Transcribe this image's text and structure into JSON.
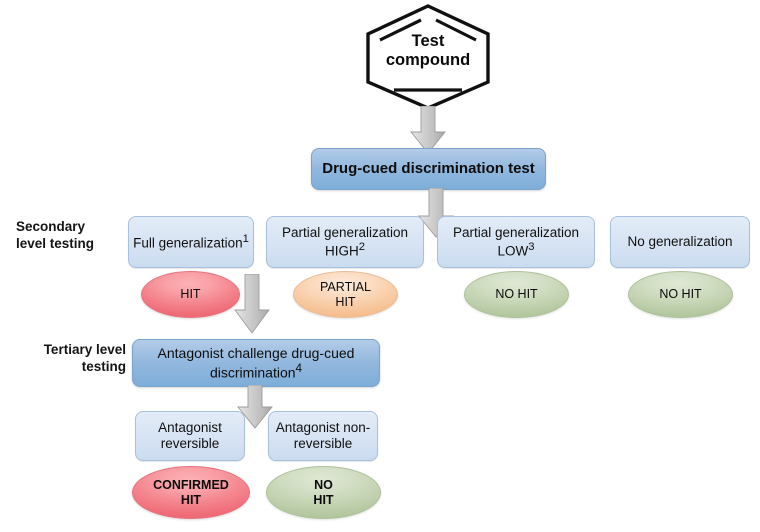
{
  "diagram": {
    "title": "Drug-cued discrimination testing decision flowchart",
    "colors": {
      "box_light": "#dce6f3",
      "box_dark": "#93b8de",
      "ellipse_hit": "#f4868f",
      "ellipse_partial": "#f8cba4",
      "ellipse_nohit": "#c2d2b0",
      "arrow_gray": "#bdbdbd",
      "outline_black": "#101010"
    },
    "stage_labels": [
      {
        "id": "secondary",
        "text": "Secondary\nlevel testing",
        "align": "left"
      },
      {
        "id": "tertiary",
        "text": "Tertiary level\ntesting",
        "align": "right"
      }
    ],
    "start": {
      "shape": "hexagon-benzene",
      "label": "Test\ncompound"
    },
    "primary_test": {
      "label": "Drug-cued discrimination test"
    },
    "secondary_outcomes": [
      {
        "id": "full-generalization",
        "label": "Full generalization",
        "superscript": "1",
        "result": {
          "label": "HIT",
          "color": "pink",
          "bold": false
        }
      },
      {
        "id": "partial-generalization-high",
        "label": "Partial generalization HIGH",
        "superscript": "2",
        "result": {
          "label": "PARTIAL\nHIT",
          "color": "orange",
          "bold": false
        }
      },
      {
        "id": "partial-generalization-low",
        "label": "Partial generalization LOW",
        "superscript": "3",
        "result": {
          "label": "NO HIT",
          "color": "green",
          "bold": false
        }
      },
      {
        "id": "no-generalization",
        "label": "No generalization",
        "superscript": "",
        "result": {
          "label": "NO HIT",
          "color": "green",
          "bold": false
        }
      }
    ],
    "tertiary_test": {
      "label": "Antagonist challenge drug-cued discrimination",
      "superscript": "4"
    },
    "tertiary_outcomes": [
      {
        "id": "antagonist-reversible",
        "label": "Antagonist reversible",
        "result": {
          "label": "CONFIRMED\nHIT",
          "color": "pink",
          "bold": true
        }
      },
      {
        "id": "antagonist-non-reversible",
        "label": "Antagonist non-reversible",
        "result": {
          "label": "NO\nHIT",
          "color": "green",
          "bold": true
        }
      }
    ],
    "arrows": [
      {
        "id": "compound-to-primary",
        "direction": "down"
      },
      {
        "id": "primary-to-secondary",
        "direction": "down"
      },
      {
        "id": "hit-to-tertiary",
        "direction": "down"
      },
      {
        "id": "tertiary-to-outcomes",
        "direction": "down"
      }
    ]
  }
}
